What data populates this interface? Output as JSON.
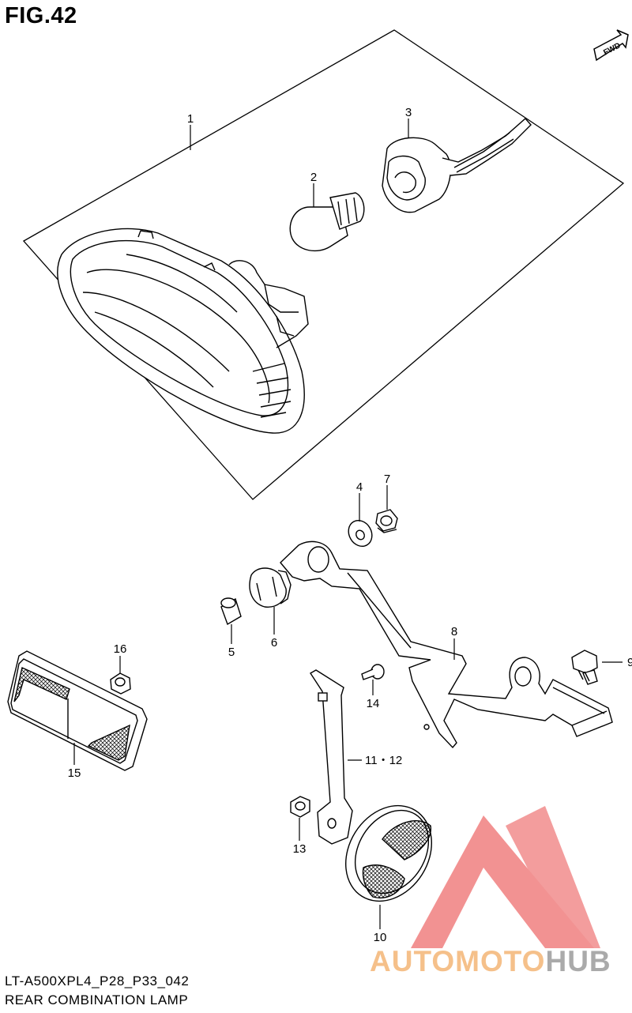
{
  "figure": {
    "title": "FIG.42",
    "direction_tag": "FWD"
  },
  "callouts": [
    {
      "id": "1",
      "label": "1"
    },
    {
      "id": "2",
      "label": "2"
    },
    {
      "id": "3",
      "label": "3"
    },
    {
      "id": "4",
      "label": "4"
    },
    {
      "id": "5",
      "label": "5"
    },
    {
      "id": "6",
      "label": "6"
    },
    {
      "id": "7",
      "label": "7"
    },
    {
      "id": "8",
      "label": "8"
    },
    {
      "id": "9",
      "label": "9"
    },
    {
      "id": "10",
      "label": "10"
    },
    {
      "id": "11-12",
      "label": "11・12"
    },
    {
      "id": "13",
      "label": "13"
    },
    {
      "id": "14",
      "label": "14"
    },
    {
      "id": "15",
      "label": "15"
    },
    {
      "id": "16",
      "label": "16"
    }
  ],
  "footer": {
    "model_code": "LT-A500XPL4_P28_P33_042",
    "section_name": "REAR COMBINATION LAMP"
  },
  "watermark": {
    "part1": "AUTOMOTO",
    "part2": "HUB",
    "colors": {
      "logo": "#f08080",
      "text_primary": "#f5c08a",
      "text_secondary": "#aaaaaa"
    }
  },
  "colors": {
    "line": "#000000",
    "background": "#ffffff"
  }
}
